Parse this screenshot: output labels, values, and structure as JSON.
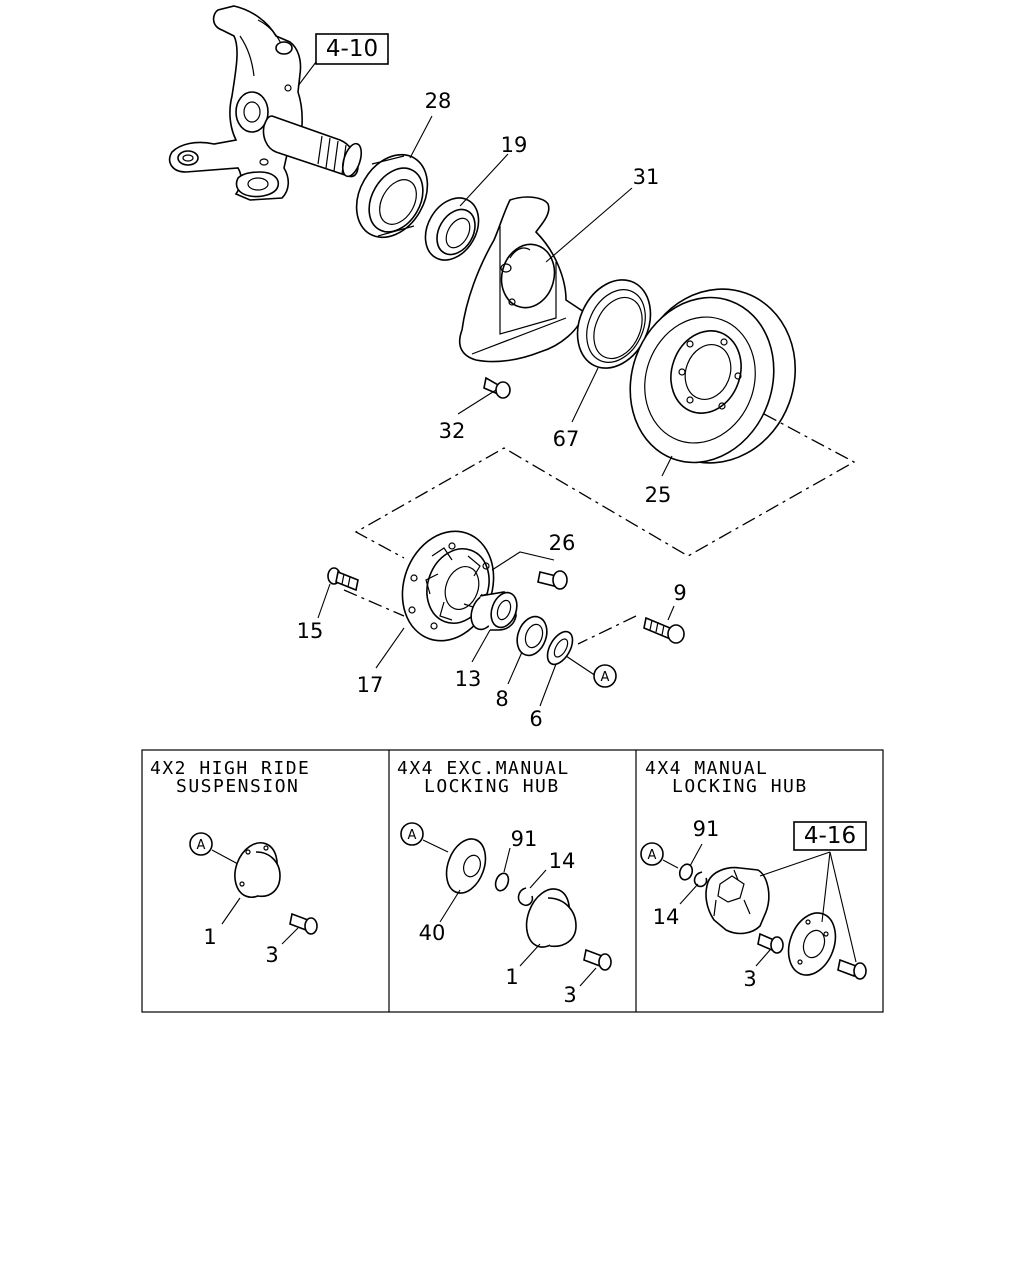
{
  "main_diagram": {
    "ref_box_top": "4-10",
    "labels": {
      "p28": "28",
      "p19": "19",
      "p31": "31",
      "p32": "32",
      "p67": "67",
      "p25": "25",
      "p26": "26",
      "p9": "9",
      "p15": "15",
      "p17": "17",
      "p13": "13",
      "p8": "8",
      "p6": "6"
    },
    "circle_ref": "A"
  },
  "panels": [
    {
      "header_line1": "4X2 HIGH RIDE",
      "header_line2": "SUSPENSION",
      "circle_ref": "A",
      "labels": {
        "p1": "1",
        "p3": "3"
      }
    },
    {
      "header_line1": "4X4 EXC.MANUAL",
      "header_line2": "LOCKING HUB",
      "circle_ref": "A",
      "labels": {
        "p91": "91",
        "p14": "14",
        "p40": "40",
        "p1": "1",
        "p3": "3"
      }
    },
    {
      "header_line1": "4X4 MANUAL",
      "header_line2": "LOCKING HUB",
      "circle_ref": "A",
      "ref_box": "4-16",
      "labels": {
        "p91": "91",
        "p14": "14",
        "p3": "3"
      }
    }
  ]
}
